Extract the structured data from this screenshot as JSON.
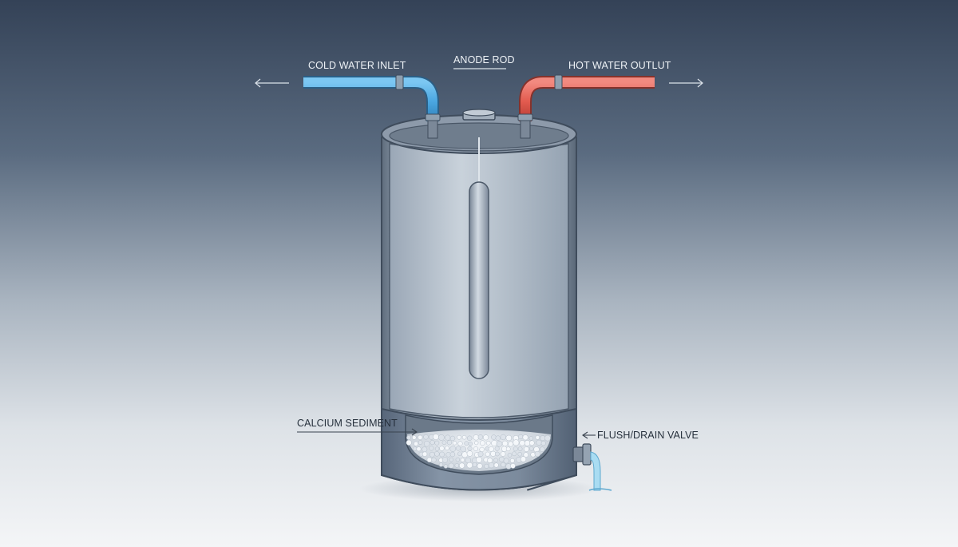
{
  "labels": {
    "cold_inlet": "COLD WATER INLET",
    "anode_rod": "ANODE ROD",
    "hot_outlet": "HOT WATER OUTLUT",
    "sediment": "CALCIUM SEDIMENT",
    "drain_valve": "FLUSH/DRAIN VALVE"
  },
  "colors": {
    "cold_pipe": "#4aa6e0",
    "hot_pipe": "#e25a4e",
    "tank_body": "#9eabb9",
    "sediment": "#e6ebf0",
    "water_stream": "#a9dcf2"
  }
}
